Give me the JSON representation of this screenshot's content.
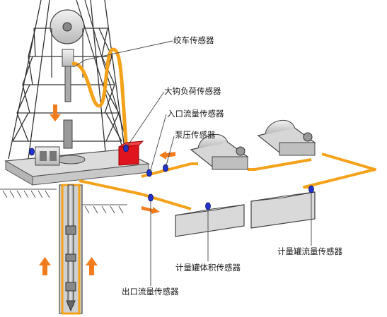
{
  "labels": {
    "winch_sensor": "绞车传感器",
    "hook_load_sensor": "大钩负荷传感器",
    "inlet_flow_sensor": "入口流量传感器",
    "pump_pressure_sensor": "泵压传感器",
    "metering_tank_flow_sensor": "计量罐流量传感器",
    "metering_tank_volume_sensor": "计量罐体积传感器",
    "outlet_flow_sensor": "出口流量传感器"
  },
  "colors": {
    "pipe": "#f5a21b",
    "arrow": "#f07c1e",
    "sensor": "#2233cc",
    "hook_sensor": "#e0141e",
    "equipment": "#d9d9d9",
    "outline": "#555555"
  }
}
